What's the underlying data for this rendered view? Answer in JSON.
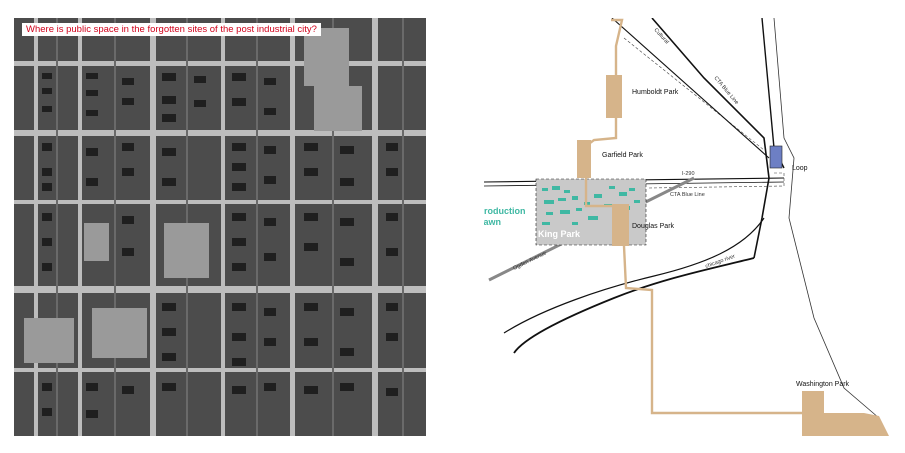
{
  "question": "Where is public space in the forgotten sites of the post industrial city?",
  "colors": {
    "park": "#d6b48a",
    "loop": "#6d7fc4",
    "production": "#3fb8a3",
    "king": "#c9c9c9",
    "question": "#d0021b"
  },
  "map": {
    "parks": {
      "humboldt": "Humboldt Park",
      "garfield": "Garfield Park",
      "douglas": "Douglas Park",
      "king": "King Park",
      "washington": "Washington Park"
    },
    "production_lawn": [
      "Production",
      "Lawn"
    ],
    "loop": "Loop",
    "lines": {
      "cta_top": "CTA Blue Line",
      "i290": "I-290",
      "cta_mid": "CTA Blue Line",
      "ogden": "Ogden Avenue",
      "river": "chicago river",
      "top_edge": "Cultural"
    }
  }
}
